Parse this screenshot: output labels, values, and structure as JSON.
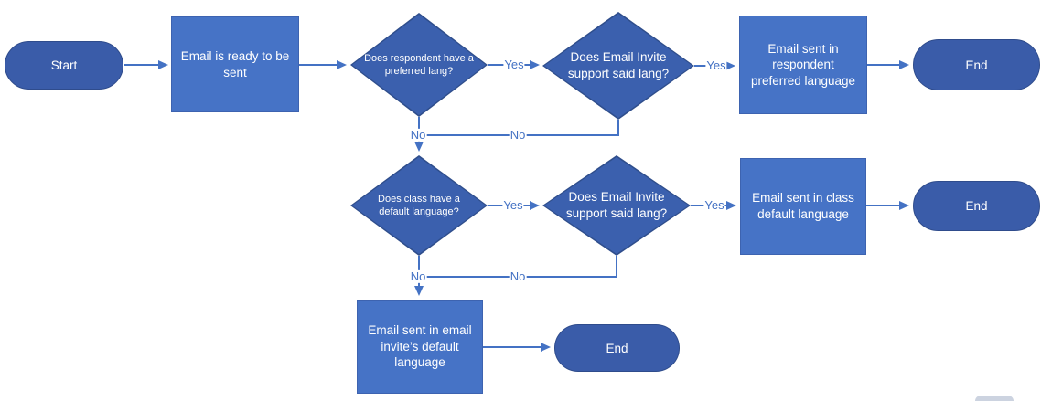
{
  "diagram": {
    "type": "flowchart",
    "nodes": {
      "start": {
        "label": "Start",
        "shape": "terminator"
      },
      "email_ready": {
        "label": "Email is ready to be sent",
        "shape": "process"
      },
      "respondent_pref_lang": {
        "label": "Does respondent have a preferred lang?",
        "shape": "decision"
      },
      "invite_support_lang_1": {
        "label": "Does Email Invite support said lang?",
        "shape": "decision"
      },
      "sent_respondent_pref": {
        "label": "Email sent in respondent preferred language",
        "shape": "process"
      },
      "end_1": {
        "label": "End",
        "shape": "terminator"
      },
      "class_default_lang": {
        "label": "Does class have a default language?",
        "shape": "decision"
      },
      "invite_support_lang_2": {
        "label": "Does Email Invite support said lang?",
        "shape": "decision"
      },
      "sent_class_default": {
        "label": "Email sent in class default language",
        "shape": "process"
      },
      "end_2": {
        "label": "End",
        "shape": "terminator"
      },
      "sent_invite_default": {
        "label": "Email sent in email invite’s default language",
        "shape": "process"
      },
      "end_3": {
        "label": "End",
        "shape": "terminator"
      }
    },
    "edges": [
      {
        "from": "start",
        "to": "email_ready",
        "label": ""
      },
      {
        "from": "email_ready",
        "to": "respondent_pref_lang",
        "label": ""
      },
      {
        "from": "respondent_pref_lang",
        "to": "invite_support_lang_1",
        "label": "Yes"
      },
      {
        "from": "invite_support_lang_1",
        "to": "sent_respondent_pref",
        "label": "Yes"
      },
      {
        "from": "sent_respondent_pref",
        "to": "end_1",
        "label": ""
      },
      {
        "from": "respondent_pref_lang",
        "to": "class_default_lang",
        "label": "No"
      },
      {
        "from": "invite_support_lang_1",
        "to": "class_default_lang",
        "label": "No"
      },
      {
        "from": "class_default_lang",
        "to": "invite_support_lang_2",
        "label": "Yes"
      },
      {
        "from": "invite_support_lang_2",
        "to": "sent_class_default",
        "label": "Yes"
      },
      {
        "from": "sent_class_default",
        "to": "end_2",
        "label": ""
      },
      {
        "from": "class_default_lang",
        "to": "sent_invite_default",
        "label": "No"
      },
      {
        "from": "invite_support_lang_2",
        "to": "sent_invite_default",
        "label": "No"
      },
      {
        "from": "sent_invite_default",
        "to": "end_3",
        "label": ""
      }
    ],
    "colors": {
      "process_fill": "#4673C6",
      "process_border": "#3D63B0",
      "decision_fill": "#3B60AE",
      "decision_border": "#2F4E8C",
      "terminator_fill": "#3A5CA9",
      "terminator_border": "#2F4C8C",
      "connector": "#4472C4",
      "edge_label_text": "#4472C4",
      "node_text": "#FFFFFF"
    }
  }
}
